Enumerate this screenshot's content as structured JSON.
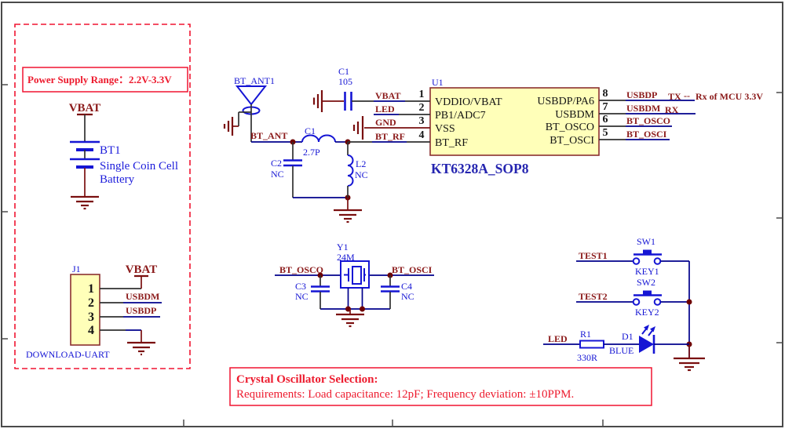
{
  "colors": {
    "accent_red": "#F01430",
    "net_label_maroon": "#8B1A1A",
    "component_blue": "#1515D4",
    "wire_blue": "#00008B",
    "wire_dark": "#303030",
    "part_fill": "#FFFFB9",
    "part_border": "#8B3030",
    "junction_dot": "#6E0000"
  },
  "power_note": {
    "label": "Power Supply Range：2.2V-3.3V"
  },
  "battery": {
    "power_net": "VBAT",
    "ref": "BT1",
    "desc1": "Single Coin Cell",
    "desc2": "Battery"
  },
  "download_header": {
    "ref": "J1",
    "pins": [
      "1",
      "2",
      "3",
      "4"
    ],
    "power_net": "VBAT",
    "nets": {
      "usbdm": "USBDM",
      "usbdp": "USBDP"
    },
    "caption": "DOWNLOAD-UART"
  },
  "antenna": {
    "ref": "BT_ANT1",
    "net": "BT_ANT"
  },
  "rf_match": {
    "c1": {
      "ref": "C1",
      "value": "2.7P"
    },
    "c2": {
      "ref": "C2",
      "value": "NC"
    },
    "l2": {
      "ref": "L2",
      "value": "NC"
    }
  },
  "decoupling": {
    "ref": "C1",
    "value": "105"
  },
  "ic": {
    "ref": "U1",
    "part": "KT6328A_SOP8",
    "left_pins": [
      {
        "num": "1",
        "name": "VDDIO/VBAT",
        "net": "VBAT"
      },
      {
        "num": "2",
        "name": "PB1/ADC7",
        "net": "LED"
      },
      {
        "num": "3",
        "name": "VSS",
        "net": "GND"
      },
      {
        "num": "4",
        "name": "BT_RF",
        "net": "BT_RF"
      }
    ],
    "right_pins": [
      {
        "num": "8",
        "name": "USBDP/PA6",
        "net": "USBDP"
      },
      {
        "num": "7",
        "name": "USBDM",
        "net": "USBDM"
      },
      {
        "num": "6",
        "name": "BT_OSCO",
        "net": "BT_OSCO"
      },
      {
        "num": "5",
        "name": "BT_OSCI",
        "net": "BT_OSCI"
      }
    ],
    "uart_note": {
      "tx": "TX",
      "dash": "--",
      "rx_of_mcu": "Rx of MCU 3.3V",
      "rx": "RX"
    }
  },
  "oscillator": {
    "ref": "Y1",
    "value": "24M",
    "net_left": "BT_OSCO",
    "net_right": "BT_OSCI",
    "c3": {
      "ref": "C3",
      "value": "NC"
    },
    "c4": {
      "ref": "C4",
      "value": "NC"
    }
  },
  "keys": {
    "test1": {
      "net": "TEST1",
      "ref": "SW1",
      "name": "KEY1"
    },
    "test2": {
      "net": "TEST2",
      "ref": "SW2",
      "name": "KEY2"
    }
  },
  "led": {
    "net": "LED",
    "r_ref": "R1",
    "r_value": "330R",
    "d_ref": "D1",
    "d_value": "BLUE"
  },
  "note_box": {
    "title": "Crystal Oscillator Selection:",
    "body": "Requirements: Load capacitance: 12pF; Frequency deviation: ±10PPM."
  }
}
